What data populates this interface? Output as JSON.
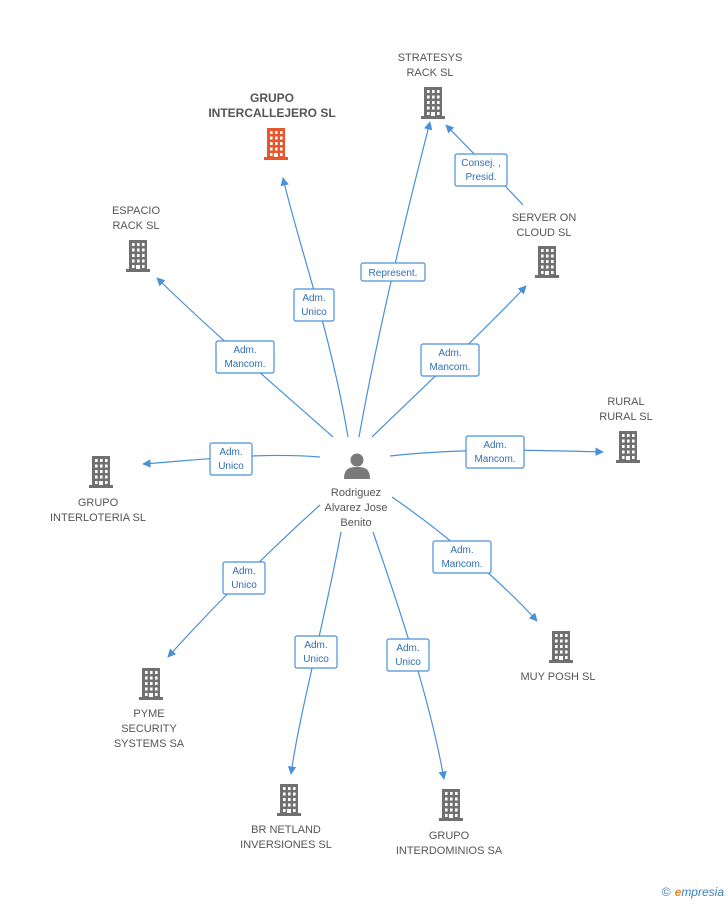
{
  "colors": {
    "company": "#707070",
    "highlight": "#e8562a",
    "edge": "#4a90d9",
    "person": "#7a7a7a"
  },
  "center": {
    "name_lines": [
      "Rodriguez",
      "Alvarez Jose",
      "Benito"
    ],
    "icon": "person-icon"
  },
  "nodes": [
    {
      "id": "grupo-intercallejero",
      "lines": [
        "GRUPO",
        "INTERCALLEJERO SL"
      ],
      "highlight": true
    },
    {
      "id": "stratesys-rack",
      "lines": [
        "STRATESYS",
        "RACK SL"
      ]
    },
    {
      "id": "espacio-rack",
      "lines": [
        "ESPACIO",
        "RACK SL"
      ]
    },
    {
      "id": "server-on-cloud",
      "lines": [
        "SERVER ON",
        "CLOUD SL"
      ]
    },
    {
      "id": "rural-rural",
      "lines": [
        "RURAL",
        "RURAL SL"
      ]
    },
    {
      "id": "grupo-interloteria",
      "lines": [
        "GRUPO",
        "INTERLOTERIA SL"
      ]
    },
    {
      "id": "muy-posh",
      "lines": [
        "MUY POSH SL"
      ]
    },
    {
      "id": "pyme-security",
      "lines": [
        "PYME",
        "SECURITY",
        "SYSTEMS SA"
      ]
    },
    {
      "id": "br-netland",
      "lines": [
        "BR NETLAND",
        "INVERSIONES SL"
      ]
    },
    {
      "id": "grupo-interdominios",
      "lines": [
        "GRUPO",
        "INTERDOMINIOS SA"
      ]
    }
  ],
  "edges": [
    {
      "id": "to-grupo-intercallejero",
      "label": [
        "Adm.",
        "Unico"
      ]
    },
    {
      "id": "to-stratesys",
      "label": [
        "Represent."
      ]
    },
    {
      "id": "server-to-stratesys",
      "label": [
        "Consej. ,",
        "Presid."
      ]
    },
    {
      "id": "to-espacio",
      "label": [
        "Adm.",
        "Mancom."
      ]
    },
    {
      "id": "to-server",
      "label": [
        "Adm.",
        "Mancom."
      ]
    },
    {
      "id": "to-interloteria",
      "label": [
        "Adm.",
        "Unico"
      ]
    },
    {
      "id": "to-rural",
      "label": [
        "Adm.",
        "Mancom."
      ]
    },
    {
      "id": "to-pyme",
      "label": [
        "Adm.",
        "Unico"
      ]
    },
    {
      "id": "to-muy-posh",
      "label": [
        "Adm.",
        "Mancom."
      ]
    },
    {
      "id": "to-br-netland",
      "label": [
        "Adm.",
        "Unico"
      ]
    },
    {
      "id": "to-interdominios",
      "label": [
        "Adm.",
        "Unico"
      ]
    }
  ],
  "footer": {
    "copyright_symbol": "©",
    "brand_initial": "e",
    "brand_rest": "mpresia"
  }
}
